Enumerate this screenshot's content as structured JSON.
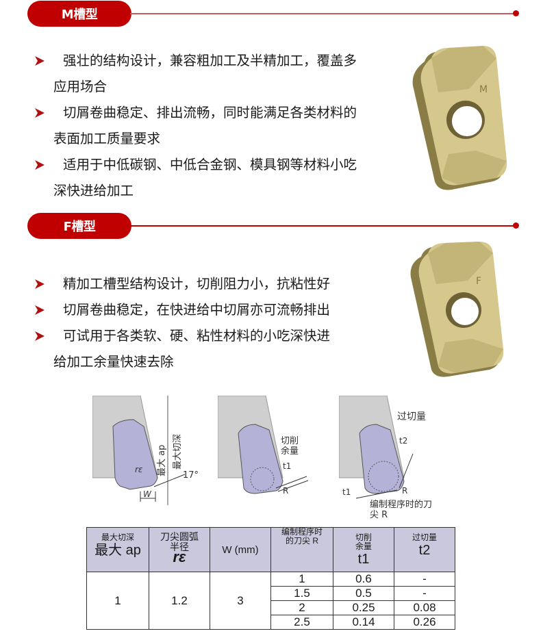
{
  "sections": [
    {
      "title": "M槽型",
      "bullets": [
        {
          "line1": "强壮的结构设计，兼容粗加工及半精加工，覆盖多",
          "line2": "应用场合"
        },
        {
          "line1": "切屑卷曲稳定、排出流畅，同时能满足各类材料的",
          "line2": "表面加工质量要求"
        },
        {
          "line1": "适用于中低碳钢、中低合金钢、模具钢等材料小吃",
          "line2": "深快进给加工"
        }
      ],
      "insert_marking": "M"
    },
    {
      "title": "F槽型",
      "bullets": [
        {
          "line1": "精加工槽型结构设计，切削阻力小，抗粘性好",
          "line2": ""
        },
        {
          "line1": "切屑卷曲稳定，在快进给中切屑亦可流畅排出",
          "line2": ""
        },
        {
          "line1": "可试用于各类软、硬、粘性材料的小吃深快进",
          "line2": "给加工余量快速去除"
        }
      ],
      "insert_marking": "F"
    }
  ],
  "diagrams": {
    "d1": {
      "max_ap": "最大 ap",
      "max_depth": "最大切深",
      "r_eps": "rε",
      "w": "W",
      "angle": "17°"
    },
    "d2": {
      "label1": "切削",
      "label2": "余量",
      "t1": "t1",
      "r": "R"
    },
    "d3": {
      "overcut": "过切量",
      "t2": "t2",
      "t1": "t1",
      "r": "R",
      "prog_r_line1": "编制程序时的刀",
      "prog_r_line2": "尖 R"
    }
  },
  "table": {
    "headers": [
      {
        "top": "最大切深",
        "bottom": "最大 ap"
      },
      {
        "top": "刀尖圆弧\n半径",
        "bottom": "rε"
      },
      {
        "top": "W (mm)",
        "bottom": ""
      },
      {
        "top": "编制程序时\n的刀尖 R",
        "bottom": ""
      },
      {
        "top": "切削\n余量",
        "bottom": "t1"
      },
      {
        "top": "过切量",
        "bottom": "t2"
      }
    ],
    "max_ap": "1",
    "r_eps": "1.2",
    "w": "3",
    "rows": [
      {
        "r": "1",
        "t1": "0.6",
        "t2": "-"
      },
      {
        "r": "1.5",
        "t1": "0.5",
        "t2": "-"
      },
      {
        "r": "2",
        "t1": "0.25",
        "t2": "0.08"
      },
      {
        "r": "2.5",
        "t1": "0.14",
        "t2": "0.26"
      }
    ]
  },
  "colors": {
    "accent": "#c00000",
    "table_header": "#c9c8dc",
    "insert_gold": "#c9b97a"
  }
}
